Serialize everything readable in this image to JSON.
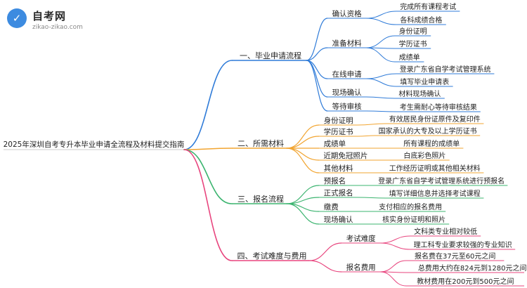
{
  "logo": {
    "name": "自考网",
    "url": "zikao-zikao.com",
    "icon": "graduation-cap-icon"
  },
  "colors": {
    "blue": "#2f7bd8",
    "orange": "#f2a531",
    "green": "#3bb46f",
    "pink": "#e8457e",
    "text": "#222222"
  },
  "root": "2025年深圳自考专升本毕业申请全流程及材料提交指南",
  "branches": [
    {
      "label": "一、毕业申请流程",
      "color": "blue",
      "children": [
        {
          "label": "确认资格",
          "children": [
            "完成所有课程考试",
            "各科成绩合格"
          ]
        },
        {
          "label": "准备材料",
          "children": [
            "身份证明",
            "学历证书",
            "成绩单"
          ]
        },
        {
          "label": "在线申请",
          "children": [
            "登录广东省自学考试管理系统",
            "填写毕业申请表"
          ]
        },
        {
          "label": "现场确认",
          "children": [
            "材料现场确认"
          ]
        },
        {
          "label": "等待审核",
          "children": [
            "考生需耐心等待审核结果"
          ]
        }
      ]
    },
    {
      "label": "二、所需材料",
      "color": "orange",
      "children": [
        {
          "label": "身份证明",
          "children": [
            "有效居民身份证原件及复印件"
          ]
        },
        {
          "label": "学历证书",
          "children": [
            "国家承认的大专及以上学历证书"
          ]
        },
        {
          "label": "成绩单",
          "children": [
            "所有课程的成绩单"
          ]
        },
        {
          "label": "近期免冠照片",
          "children": [
            "白底彩色照片"
          ]
        },
        {
          "label": "其他材料",
          "children": [
            "工作经历证明或其他相关材料"
          ]
        }
      ]
    },
    {
      "label": "三、报名流程",
      "color": "green",
      "children": [
        {
          "label": "预报名",
          "children": [
            "登录广东省自学考试管理系统进行预报名"
          ]
        },
        {
          "label": "正式报名",
          "children": [
            "填写详细信息并选择考试课程"
          ]
        },
        {
          "label": "缴费",
          "children": [
            "支付相应的报名费用"
          ]
        },
        {
          "label": "现场确认",
          "children": [
            "核实身份证明和照片"
          ]
        }
      ]
    },
    {
      "label": "四、考试难度与费用",
      "color": "pink",
      "children": [
        {
          "label": "考试难度",
          "children": [
            "文科类专业相对较低",
            "理工科专业要求较强的专业知识"
          ]
        },
        {
          "label": "报名费用",
          "children": [
            "报名费在37元至60元之间",
            "总费用大约在824元到1280元之间",
            "教材费用在200元到500元之间"
          ]
        }
      ]
    }
  ]
}
